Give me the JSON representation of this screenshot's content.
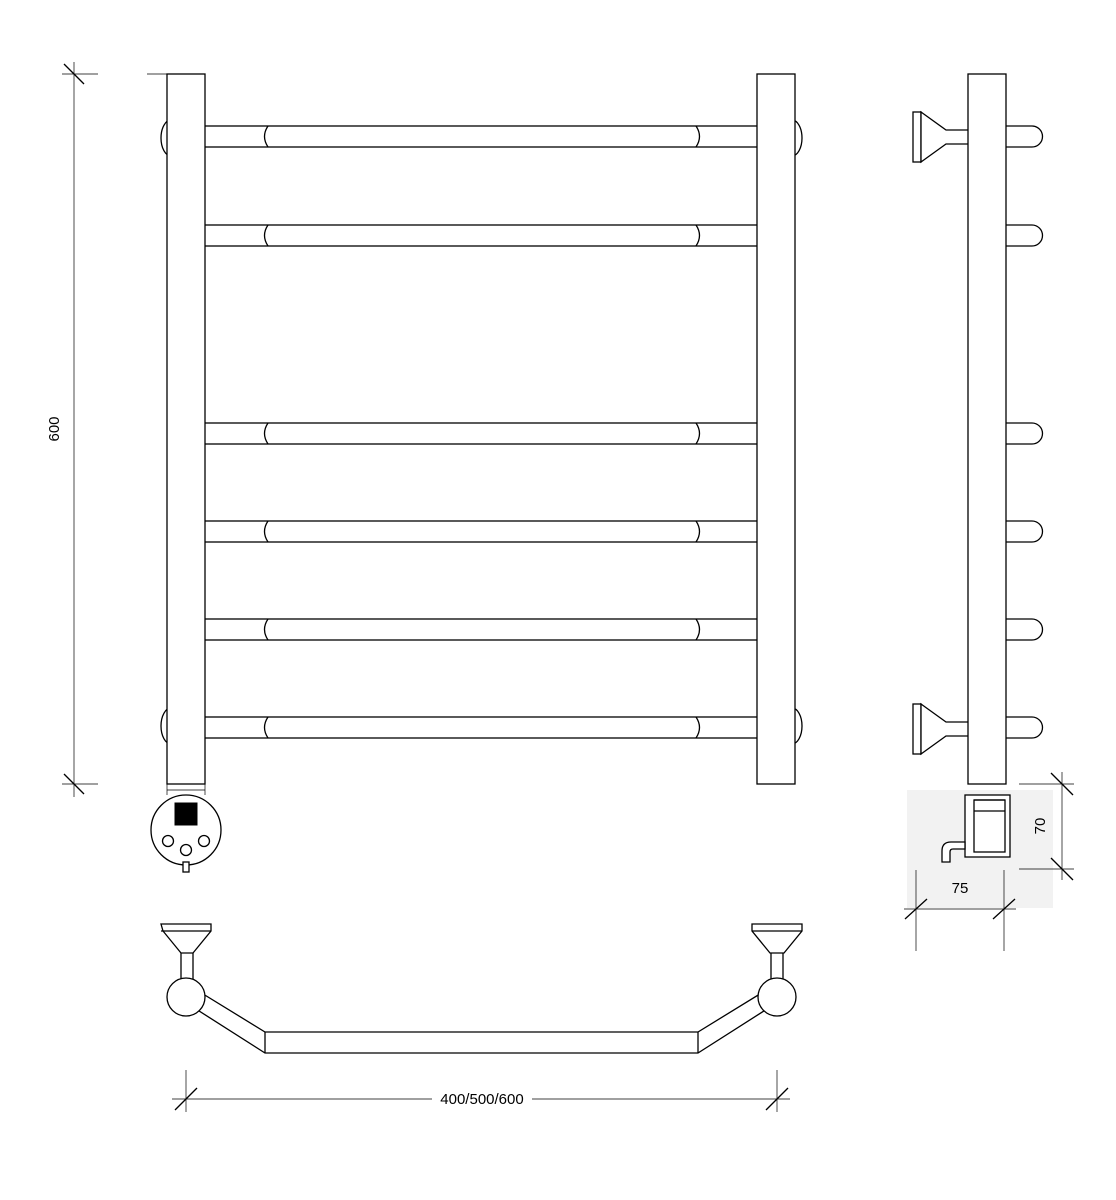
{
  "dimensions": {
    "height": "600",
    "width": "400/500/600",
    "box_height": "70",
    "box_depth": "75"
  },
  "colors": {
    "line": "#000000",
    "background": "#ffffff",
    "light_panel": "#f2f2f2"
  }
}
